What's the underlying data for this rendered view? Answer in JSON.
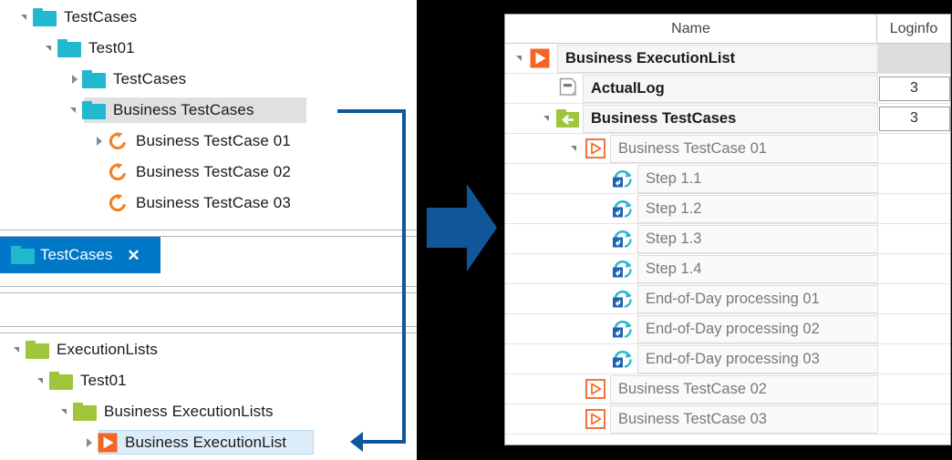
{
  "colors": {
    "folder_teal": "#22b8cf",
    "folder_green": "#9fc53b",
    "accent_orange": "#f26522",
    "connector_blue": "#10569b",
    "tab_blue": "#0078c8",
    "selection_grey": "#e0e0e0",
    "selection_blue": "#dcecf8"
  },
  "left_panel": {
    "testcases_tree": {
      "items": [
        {
          "label": "TestCases",
          "icon": "folder-teal-icon",
          "depth": 0,
          "expander": "open",
          "selected": false
        },
        {
          "label": "Test01",
          "icon": "folder-teal-icon",
          "depth": 1,
          "expander": "open",
          "selected": false
        },
        {
          "label": "TestCases",
          "icon": "folder-teal-icon",
          "depth": 2,
          "expander": "closed",
          "selected": false
        },
        {
          "label": "Business TestCases",
          "icon": "folder-teal-icon",
          "depth": 2,
          "expander": "open",
          "selected": true
        },
        {
          "label": "Business TestCase 01",
          "icon": "testcase-orange-circle-icon",
          "depth": 3,
          "expander": "closed",
          "selected": false
        },
        {
          "label": "Business TestCase 02",
          "icon": "testcase-orange-circle-icon",
          "depth": 3,
          "expander": "none",
          "selected": false
        },
        {
          "label": "Business TestCase 03",
          "icon": "testcase-orange-circle-icon",
          "depth": 3,
          "expander": "none",
          "selected": false
        }
      ]
    },
    "tab": {
      "label": "TestCases",
      "icon": "folder-teal-icon",
      "close_label": "✕"
    },
    "executionlists_tree": {
      "items": [
        {
          "label": "ExecutionLists",
          "icon": "folder-green-icon",
          "depth": 0,
          "expander": "open",
          "selected": false
        },
        {
          "label": "Test01",
          "icon": "folder-green-icon",
          "depth": 1,
          "expander": "open",
          "selected": false
        },
        {
          "label": "Business ExecutionLists",
          "icon": "folder-green-icon",
          "depth": 2,
          "expander": "open",
          "selected": false
        },
        {
          "label": "Business ExecutionList",
          "icon": "executionlist-orange-play-icon",
          "depth": 3,
          "expander": "closed",
          "selected": true
        }
      ]
    }
  },
  "flow_arrow": {
    "icon": "big-blue-right-arrow-icon"
  },
  "right_panel": {
    "columns": [
      {
        "key": "name",
        "label": "Name"
      },
      {
        "key": "loginfo",
        "label": "Loginfo"
      }
    ],
    "rows": [
      {
        "name": "Business ExecutionList",
        "icon": "executionlist-orange-play-filled-icon",
        "depth": 0,
        "expander": "open",
        "style": "dark",
        "loginfo": "",
        "loginfo_style": "grey-empty"
      },
      {
        "name": "ActualLog",
        "icon": "document-log-icon",
        "depth": 1,
        "expander": "none",
        "style": "dark",
        "loginfo": "3",
        "loginfo_style": "box"
      },
      {
        "name": "Business TestCases",
        "icon": "folder-green-back-arrow-icon",
        "depth": 1,
        "expander": "open",
        "style": "dark",
        "loginfo": "3",
        "loginfo_style": "box"
      },
      {
        "name": "Business TestCase 01",
        "icon": "testcase-orange-play-outline-icon",
        "depth": 2,
        "expander": "open",
        "style": "grey",
        "loginfo": "",
        "loginfo_style": "empty"
      },
      {
        "name": "Step 1.1",
        "icon": "step-blue-refresh-icon",
        "depth": 3,
        "expander": "none",
        "style": "grey",
        "loginfo": "",
        "loginfo_style": "empty"
      },
      {
        "name": "Step 1.2",
        "icon": "step-blue-refresh-icon",
        "depth": 3,
        "expander": "none",
        "style": "grey",
        "loginfo": "",
        "loginfo_style": "empty"
      },
      {
        "name": "Step 1.3",
        "icon": "step-blue-refresh-icon",
        "depth": 3,
        "expander": "none",
        "style": "grey",
        "loginfo": "",
        "loginfo_style": "empty"
      },
      {
        "name": "Step 1.4",
        "icon": "step-blue-refresh-icon",
        "depth": 3,
        "expander": "none",
        "style": "grey",
        "loginfo": "",
        "loginfo_style": "empty"
      },
      {
        "name": "End-of-Day processing 01",
        "icon": "step-blue-refresh-icon",
        "depth": 3,
        "expander": "none",
        "style": "grey",
        "loginfo": "",
        "loginfo_style": "empty"
      },
      {
        "name": "End-of-Day processing 02",
        "icon": "step-blue-refresh-icon",
        "depth": 3,
        "expander": "none",
        "style": "grey",
        "loginfo": "",
        "loginfo_style": "empty"
      },
      {
        "name": "End-of-Day processing 03",
        "icon": "step-blue-refresh-icon",
        "depth": 3,
        "expander": "none",
        "style": "grey",
        "loginfo": "",
        "loginfo_style": "empty"
      },
      {
        "name": "Business TestCase 02",
        "icon": "testcase-orange-play-outline-icon",
        "depth": 2,
        "expander": "none",
        "style": "grey",
        "loginfo": "",
        "loginfo_style": "empty"
      },
      {
        "name": "Business TestCase 03",
        "icon": "testcase-orange-play-outline-icon",
        "depth": 2,
        "expander": "none",
        "style": "grey",
        "loginfo": "",
        "loginfo_style": "empty"
      }
    ]
  }
}
